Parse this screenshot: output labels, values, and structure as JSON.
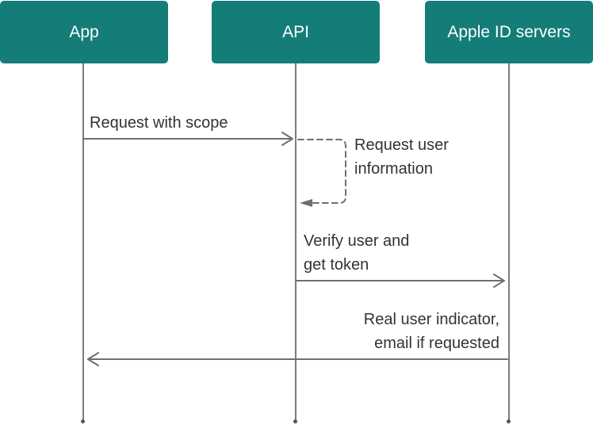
{
  "actors": [
    {
      "id": "app",
      "label": "App"
    },
    {
      "id": "api",
      "label": "API"
    },
    {
      "id": "apple",
      "label": "Apple ID servers"
    }
  ],
  "messages": [
    {
      "from": "app",
      "to": "api",
      "lines": [
        "Request with scope"
      ],
      "style": "solid"
    },
    {
      "from": "api",
      "to": "api",
      "lines": [
        "Request user",
        "information"
      ],
      "style": "dashed-self"
    },
    {
      "from": "api",
      "to": "apple",
      "lines": [
        "Verify user and",
        "get token"
      ],
      "style": "solid"
    },
    {
      "from": "apple",
      "to": "app",
      "lines": [
        "Real user indicator,",
        "email if requested"
      ],
      "style": "solid"
    }
  ],
  "colors": {
    "actor_fill": "#147d78",
    "actor_text": "#ffffff",
    "lifeline": "#7d7d7d",
    "arrow": "#6f6f6f",
    "text": "#333333"
  }
}
